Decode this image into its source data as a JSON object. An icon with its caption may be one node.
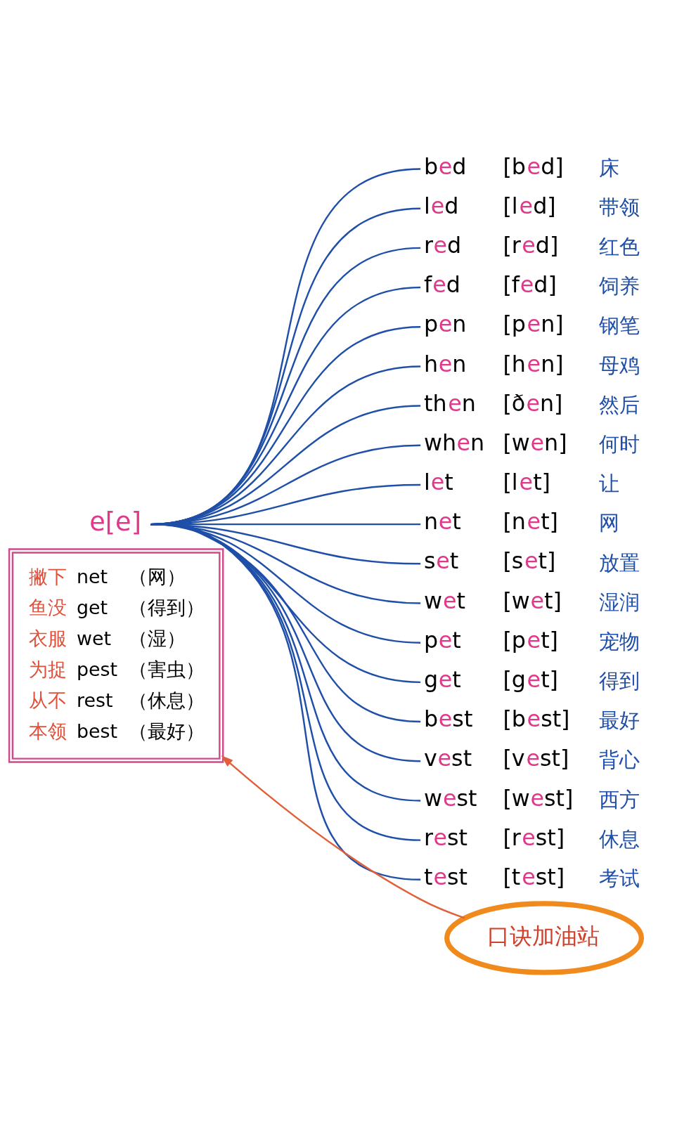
{
  "diagram": {
    "nodes": [
      {
        "text": [
          "e[e]"
        ]
      },
      {
        "text": [
          "bed",
          "[bed]",
          "床"
        ]
      },
      {
        "text": [
          "led",
          "[led]",
          "带领"
        ]
      },
      {
        "text": [
          "red",
          "[red]",
          "红色"
        ]
      },
      {
        "text": [
          "fed",
          "[fed]",
          "饲养"
        ]
      },
      {
        "text": [
          "pen",
          "[pen]",
          "钢笔"
        ]
      },
      {
        "text": [
          "hen",
          "[hen]",
          "母鸡"
        ]
      },
      {
        "text": [
          "then",
          "[ðen]",
          "然后"
        ]
      },
      {
        "text": [
          "when",
          "[wen]",
          "何时"
        ]
      },
      {
        "text": [
          "let",
          "[let]",
          "让"
        ]
      },
      {
        "text": [
          "net",
          "[net]",
          "网"
        ]
      },
      {
        "text": [
          "set",
          "[set]",
          "放置"
        ]
      },
      {
        "text": [
          "wet",
          "[wet]",
          "湿润"
        ]
      },
      {
        "text": [
          "pet",
          "[pet]",
          "宠物"
        ]
      },
      {
        "text": [
          "get",
          "[get]",
          "得到"
        ]
      },
      {
        "text": [
          "best",
          "[best]",
          "最好"
        ]
      },
      {
        "text": [
          "vest",
          "[vest]",
          "背心"
        ]
      },
      {
        "text": [
          "west",
          "[west]",
          "西方"
        ]
      },
      {
        "text": [
          "rest",
          "[rest]",
          "休息"
        ]
      },
      {
        "text": [
          "test",
          "[test]",
          "考试"
        ]
      },
      {
        "text": [
          "撇下 net （网）",
          "鱼没 get （得到）",
          "衣服 wet （湿）",
          "为捉 pest （害虫）",
          "从不 rest （休息）",
          "本领 best （最好）"
        ]
      },
      {
        "text": [
          "口诀加油站"
        ]
      }
    ],
    "edges": [
      {
        "from": 0,
        "to": 1,
        "arrow": "none"
      },
      {
        "from": 0,
        "to": 2,
        "arrow": "none"
      },
      {
        "from": 0,
        "to": 3,
        "arrow": "none"
      },
      {
        "from": 0,
        "to": 4,
        "arrow": "none"
      },
      {
        "from": 0,
        "to": 5,
        "arrow": "none"
      },
      {
        "from": 0,
        "to": 6,
        "arrow": "none"
      },
      {
        "from": 0,
        "to": 7,
        "arrow": "none"
      },
      {
        "from": 0,
        "to": 8,
        "arrow": "none"
      },
      {
        "from": 0,
        "to": 9,
        "arrow": "none"
      },
      {
        "from": 0,
        "to": 10,
        "arrow": "none"
      },
      {
        "from": 0,
        "to": 11,
        "arrow": "none"
      },
      {
        "from": 0,
        "to": 12,
        "arrow": "none"
      },
      {
        "from": 0,
        "to": 13,
        "arrow": "none"
      },
      {
        "from": 0,
        "to": 14,
        "arrow": "none"
      },
      {
        "from": 0,
        "to": 15,
        "arrow": "none"
      },
      {
        "from": 0,
        "to": 16,
        "arrow": "none"
      },
      {
        "from": 0,
        "to": 17,
        "arrow": "none"
      },
      {
        "from": 0,
        "to": 18,
        "arrow": "none"
      },
      {
        "from": 0,
        "to": 19,
        "arrow": "none"
      },
      {
        "from": 21,
        "to": 20,
        "arrow": "to",
        "color": "#e0603a"
      }
    ]
  }
}
